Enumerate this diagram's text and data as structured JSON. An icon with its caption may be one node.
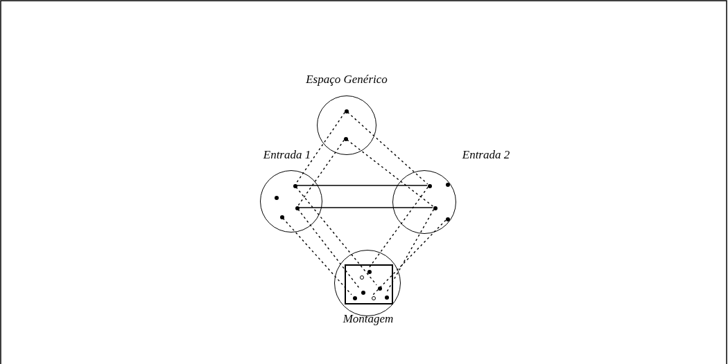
{
  "diagram": {
    "nodes": [
      {
        "text": [
          "Espaço Genérico"
        ]
      },
      {
        "text": [
          "Entrada 1"
        ]
      },
      {
        "text": [
          "Entrada 2"
        ]
      },
      {
        "text": [
          "Montagem"
        ]
      },
      {
        "text": [],
        "shape": "box",
        "in": 3
      },
      {
        "text": [],
        "shape": "circle",
        "in": 0
      },
      {
        "text": [],
        "shape": "circle",
        "in": 0
      },
      {
        "text": [],
        "shape": "circle",
        "in": 1
      },
      {
        "text": [],
        "shape": "circle",
        "in": 1
      },
      {
        "text": [],
        "shape": "circle",
        "in": 1
      },
      {
        "text": [],
        "shape": "circle",
        "in": 1
      },
      {
        "text": [],
        "shape": "circle",
        "in": 2
      },
      {
        "text": [],
        "shape": "circle",
        "in": 2
      },
      {
        "text": [],
        "shape": "circle",
        "in": 2
      },
      {
        "text": [],
        "shape": "circle",
        "in": 2
      },
      {
        "text": [],
        "shape": "circle",
        "in": 4
      },
      {
        "text": [],
        "shape": "circle",
        "in": 4
      },
      {
        "text": [],
        "shape": "circle",
        "in": 4
      },
      {
        "text": [],
        "shape": "circle",
        "in": 4
      },
      {
        "text": [],
        "shape": "circle",
        "in": 4
      },
      {
        "text": [],
        "shape": "circle",
        "in": 4
      },
      {
        "text": [],
        "shape": "circle",
        "in": 4
      }
    ],
    "edges": [
      {
        "from": 5,
        "to": 7,
        "arrow": "none",
        "style": "dashed"
      },
      {
        "from": 5,
        "to": 11,
        "arrow": "none",
        "style": "dashed"
      },
      {
        "from": 6,
        "to": 9,
        "arrow": "none",
        "style": "dashed"
      },
      {
        "from": 6,
        "to": 13,
        "arrow": "none",
        "style": "dashed"
      },
      {
        "from": 7,
        "to": 17,
        "arrow": "none",
        "style": "dashed"
      },
      {
        "from": 9,
        "to": 18,
        "arrow": "none",
        "style": "dashed"
      },
      {
        "from": 10,
        "to": 19,
        "arrow": "none",
        "style": "dashed"
      },
      {
        "from": 11,
        "to": 15,
        "arrow": "none",
        "style": "dashed"
      },
      {
        "from": 13,
        "to": 21,
        "arrow": "none",
        "style": "dashed"
      },
      {
        "from": 14,
        "to": 20,
        "arrow": "none",
        "style": "dashed"
      },
      {
        "from": 7,
        "to": 11,
        "arrow": "none"
      },
      {
        "from": 9,
        "to": 13,
        "arrow": "none"
      }
    ]
  }
}
